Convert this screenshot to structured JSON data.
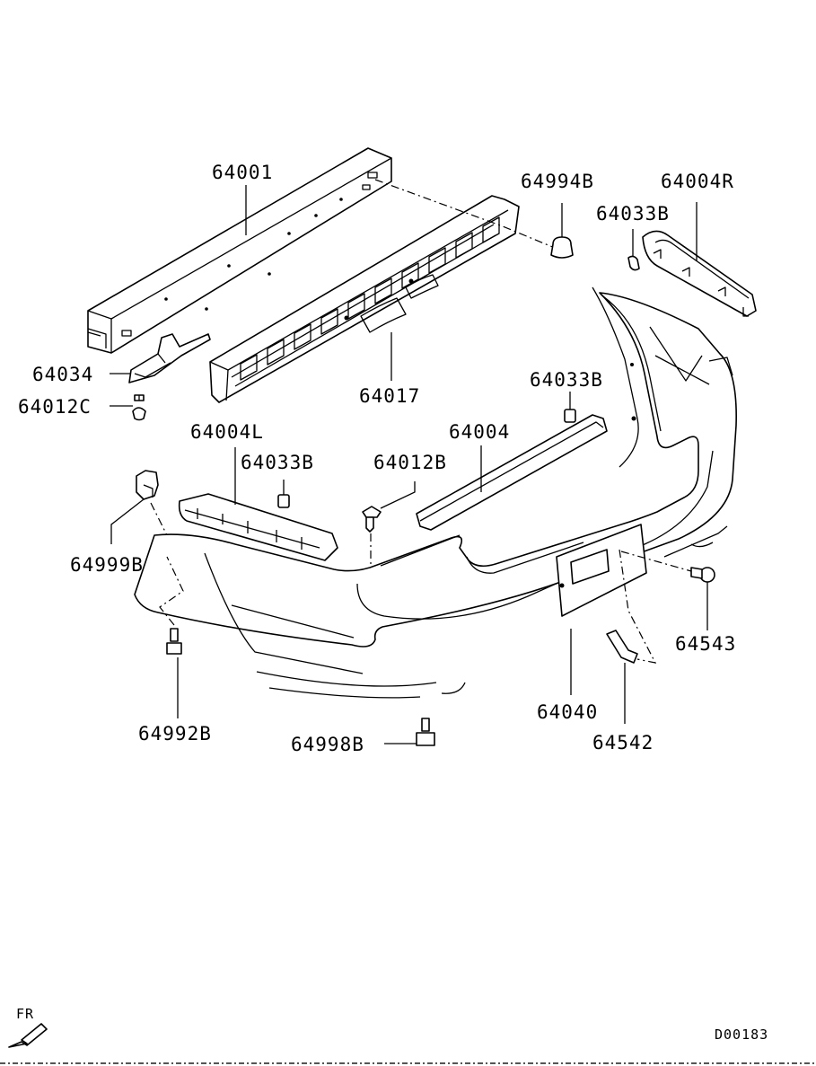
{
  "diagram": {
    "labels": {
      "p64001": "64001",
      "p64994B": "64994B",
      "p64004R": "64004R",
      "p64033B_r": "64033B",
      "p64034": "64034",
      "p64012C": "64012C",
      "p64017": "64017",
      "p64033B_m": "64033B",
      "p64004L": "64004L",
      "p64004": "64004",
      "p64033B_l": "64033B",
      "p64012B": "64012B",
      "p64999B": "64999B",
      "p64543": "64543",
      "p64992B": "64992B",
      "p64040": "64040",
      "p64998B": "64998B",
      "p64542": "64542"
    },
    "front_indicator": "FR",
    "drawing_code": "D00183"
  }
}
